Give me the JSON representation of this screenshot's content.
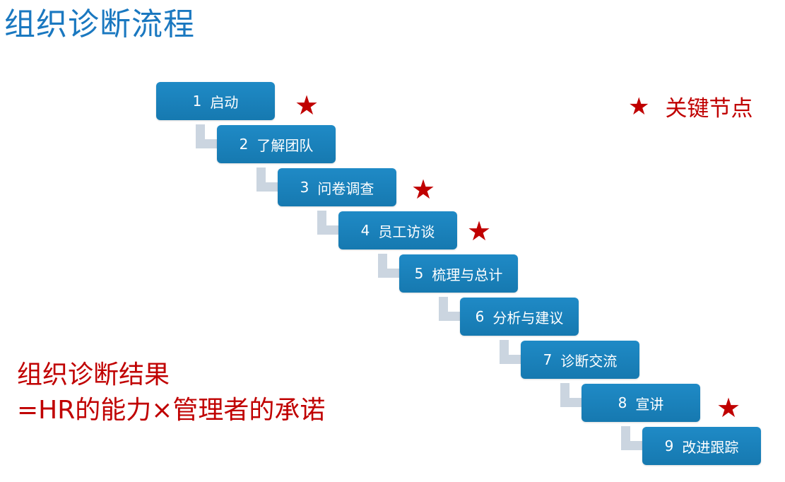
{
  "title": "组织诊断流程",
  "steps": [
    {
      "num": "1",
      "label": "启动",
      "key": true
    },
    {
      "num": "2",
      "label": "了解团队",
      "key": false
    },
    {
      "num": "3",
      "label": "问卷调查",
      "key": true
    },
    {
      "num": "4",
      "label": "员工访谈",
      "key": true
    },
    {
      "num": "5",
      "label": "梳理与总计",
      "key": false
    },
    {
      "num": "6",
      "label": "分析与建议",
      "key": false
    },
    {
      "num": "7",
      "label": "诊断交流",
      "key": false
    },
    {
      "num": "8",
      "label": "宣讲",
      "key": true
    },
    {
      "num": "9",
      "label": "改进跟踪",
      "key": false
    }
  ],
  "legend": {
    "icon": "star-icon",
    "label": "关键节点"
  },
  "result": {
    "line1": "组织诊断结果",
    "line2": "=HR的能力×管理者的承诺"
  },
  "colors": {
    "title": "#1a78c0",
    "step": "#1a80bc",
    "connector": "#cbd5e0",
    "accent": "#c00000"
  }
}
